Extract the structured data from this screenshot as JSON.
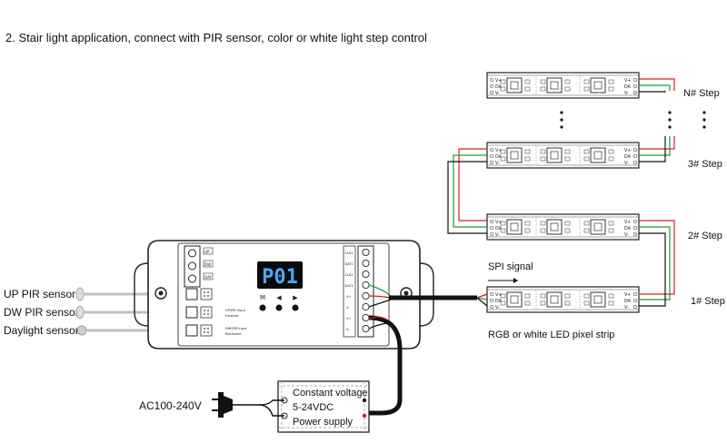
{
  "title": "2. Stair light application, connect with PIR sensor, color or white light step control",
  "sensors": {
    "up": "UP PIR sensor",
    "dw": "DW PIR sensor",
    "daylight": "Daylight sensor"
  },
  "controller": {
    "display": "P01",
    "buttons": [
      "M",
      "◀",
      "▶"
    ],
    "mode_up": "UP\\PIR input",
    "mode_up_dir": "Forward",
    "mode_dw": "DW\\PIR input",
    "mode_dw_dir": "Backward",
    "left_terminals": [
      "UP",
      "DW",
      "DAY"
    ],
    "right_terminals": [
      "CLK1",
      "DAT1",
      "CLK2",
      "DAT2",
      "V+",
      "V-",
      "V+",
      "V-"
    ]
  },
  "power": {
    "ac_label": "AC100-240V",
    "psu_line1": "Constant voltage",
    "psu_line2": "5-24VDC",
    "psu_line3": "Power supply"
  },
  "signal_label": "SPI signal",
  "strip_label": "RGB or white LED pixel strip",
  "strip_pins": [
    "V+",
    "DA",
    "V-"
  ],
  "steps": [
    "N# Step",
    "3# Step",
    "2# Step",
    "1# Step"
  ],
  "colors": {
    "red": "#d81e1e",
    "green": "#1f9a3a",
    "black": "#111111",
    "display_bg": "#0a0a0a",
    "display_text": "#4aa8ff",
    "sensor_gray": "#c8c8c8"
  }
}
